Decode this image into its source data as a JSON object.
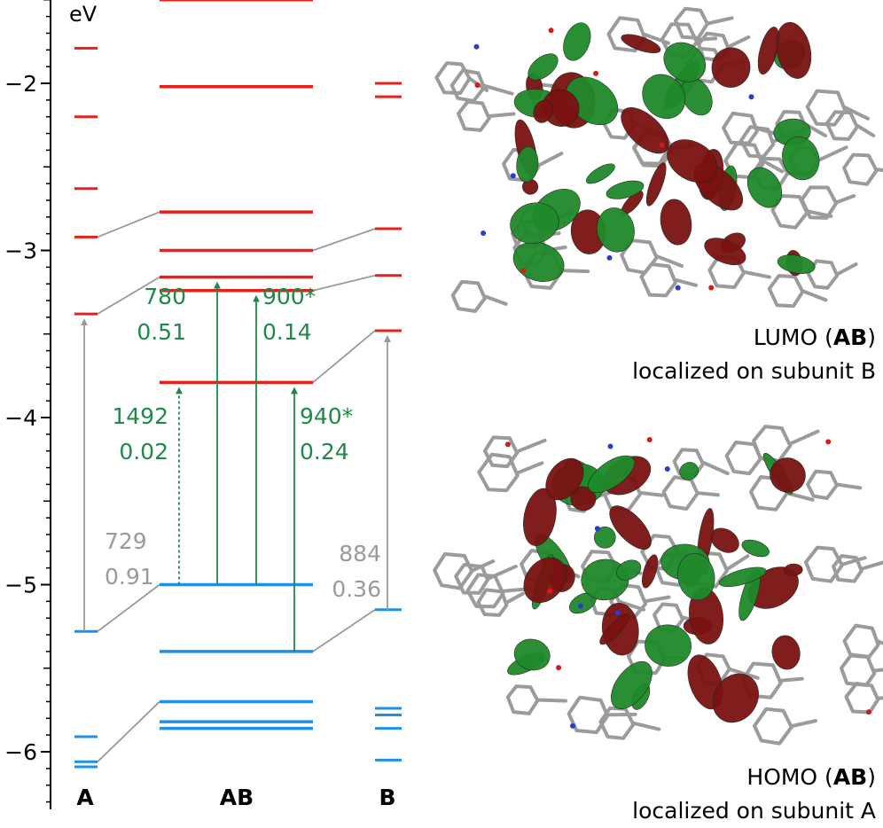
{
  "chart_data": {
    "type": "energy-level-diagram",
    "yunit": "eV",
    "ylim": [
      -6.35,
      -1.45
    ],
    "yticks": [
      -2,
      -3,
      -4,
      -5,
      -6
    ],
    "ytick_labels": [
      "−2",
      "−3",
      "−4",
      "−5",
      "−6"
    ],
    "columns": [
      "A",
      "AB",
      "B"
    ],
    "colors": {
      "unoccupied": "#e8201c",
      "occupied": "#1f8fe8",
      "transition": "#1e8a4a",
      "monomer": "#9a9a9a",
      "connector": "#9a9a9a"
    },
    "levels": {
      "A": {
        "unoccupied": [
          -1.79,
          -2.2,
          -2.63,
          -2.92,
          -3.38
        ],
        "occupied": [
          -5.28,
          -5.91,
          -6.06,
          -6.09
        ]
      },
      "AB": {
        "unoccupied": [
          -1.5,
          -2.02,
          -2.77,
          -3.0,
          -3.16,
          -3.24,
          -3.79
        ],
        "occupied": [
          -5.0,
          -5.4,
          -5.7,
          -5.82,
          -5.86
        ]
      },
      "B": {
        "unoccupied": [
          -2.0,
          -2.08,
          -2.87,
          -3.15,
          -3.48
        ],
        "occupied": [
          -5.15,
          -5.74,
          -5.78,
          -5.86,
          -6.05
        ]
      }
    },
    "connectors": [
      {
        "from": [
          "A",
          -2.92
        ],
        "to": [
          "AB",
          -2.77
        ]
      },
      {
        "from": [
          "A",
          -3.38
        ],
        "to": [
          "AB",
          -3.16
        ]
      },
      {
        "from": [
          "A",
          -5.28
        ],
        "to": [
          "AB",
          -5.0
        ]
      },
      {
        "from": [
          "A",
          -6.06
        ],
        "to": [
          "AB",
          -5.7
        ]
      },
      {
        "from": [
          "AB",
          -3.0
        ],
        "to": [
          "B",
          -2.87
        ]
      },
      {
        "from": [
          "AB",
          -3.24
        ],
        "to": [
          "B",
          -3.15
        ]
      },
      {
        "from": [
          "AB",
          -3.79
        ],
        "to": [
          "B",
          -3.48
        ]
      },
      {
        "from": [
          "AB",
          -5.4
        ],
        "to": [
          "B",
          -5.15
        ]
      }
    ],
    "transitions": [
      {
        "column": "A",
        "from": -5.28,
        "to": -3.38,
        "wavelength": "729",
        "strength": "0.91",
        "style": "monomer"
      },
      {
        "column": "B",
        "from": -5.15,
        "to": -3.48,
        "wavelength": "884",
        "strength": "0.36",
        "style": "monomer"
      },
      {
        "column": "AB",
        "slot": 0,
        "from": -5.0,
        "to": -3.79,
        "wavelength": "1492",
        "strength": "0.02",
        "style": "dotted"
      },
      {
        "column": "AB",
        "slot": 1,
        "from": -5.0,
        "to": -3.16,
        "wavelength": "780",
        "strength": "0.51",
        "style": "solid"
      },
      {
        "column": "AB",
        "slot": 2,
        "from": -5.0,
        "to": -3.24,
        "wavelength": "900*",
        "strength": "0.14",
        "style": "solid"
      },
      {
        "column": "AB",
        "slot": 3,
        "from": -5.4,
        "to": -3.79,
        "wavelength": "940*",
        "strength": "0.24",
        "style": "solid"
      }
    ]
  },
  "captions": {
    "lumo": {
      "orbital": "LUMO (",
      "subject": "AB",
      "close": ")",
      "note": "localized on subunit B"
    },
    "homo": {
      "orbital": "HOMO (",
      "subject": "AB",
      "close": ")",
      "note": "localized on subunit A"
    }
  }
}
